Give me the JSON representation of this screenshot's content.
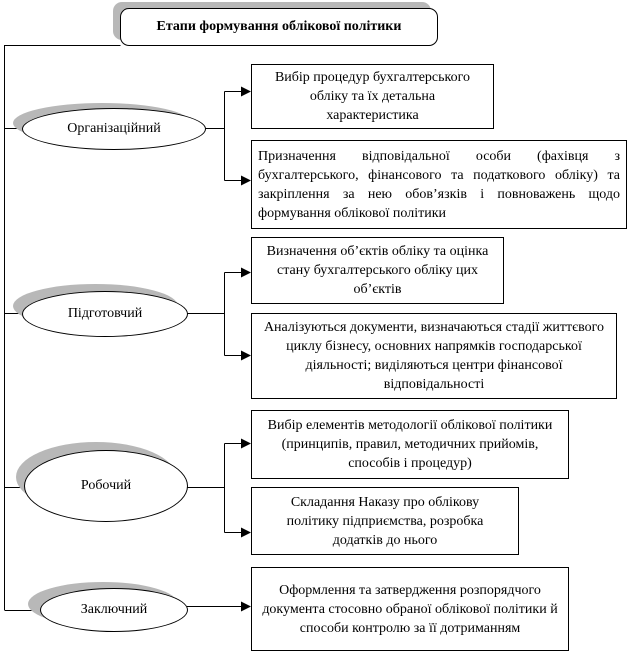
{
  "title": "Етапи формування облікової політики",
  "stages": [
    {
      "label": "Організаційний",
      "tasks": [
        "Вибір процедур бухгалтерського обліку та їх детальна характеристика",
        "Призначення відповідальної особи (фахівця з бухгалтерського, фінансового та податкового обліку) та закріплення за нею обов’язків і повноважень щодо формування облікової політики"
      ]
    },
    {
      "label": "Підготовчий",
      "tasks": [
        "Визначення об’єктів обліку та оцінка стану бухгалтерського обліку цих об’єктів",
        "Аналізуються документи, визначаються стадії життєвого циклу бізнесу, основних напрямків господарської діяльності; виділяються центри фінансової відповідальності"
      ]
    },
    {
      "label": "Робочий",
      "tasks": [
        "Вибір елементів методології облікової політики (принципів, правил, методичних прийомів, способів і процедур)",
        "Складання Наказу про облікову політику підприємства, розробка додатків до нього"
      ]
    },
    {
      "label": "Заключний",
      "tasks": [
        "Оформлення та затвердження розпорядчого документа стосовно обраної облікової політики й способи контролю за її дотриманням"
      ]
    }
  ]
}
